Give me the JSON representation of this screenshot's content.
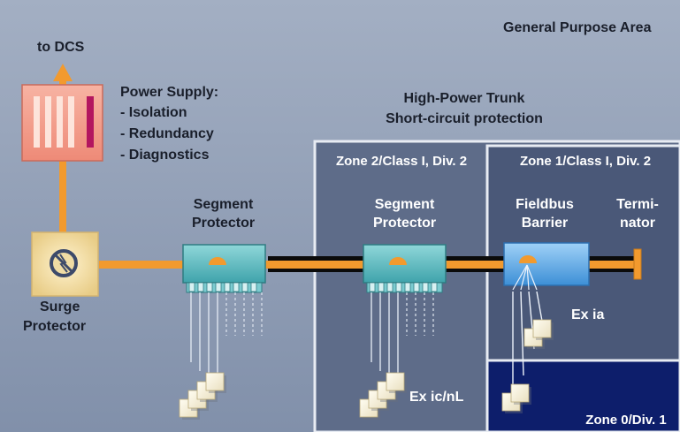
{
  "general_area_label": "General Purpose Area",
  "to_dcs_label": "to DCS",
  "power_supply": {
    "title": "Power Supply:",
    "features": [
      "- Isolation",
      "- Redundancy",
      "- Diagnostics"
    ]
  },
  "trunk": {
    "line1": "High-Power Trunk",
    "line2": "Short-circuit protection"
  },
  "surge_protector": {
    "line1": "Surge",
    "line2": "Protector"
  },
  "segment_protector_gp": {
    "line1": "Segment",
    "line2": "Protector"
  },
  "zone2": {
    "title": "Zone 2/Class I, Div. 2",
    "device_line1": "Segment",
    "device_line2": "Protector",
    "protection_label": "Ex ic/nL"
  },
  "zone1": {
    "title": "Zone 1/Class I, Div. 2",
    "barrier_line1": "Fieldbus",
    "barrier_line2": "Barrier",
    "terminator_line1": "Termi-",
    "terminator_line2": "nator",
    "protection_label": "Ex ia"
  },
  "zone0": {
    "title": "Zone 0/Div. 1"
  },
  "colors": {
    "background": "#8d9bb3",
    "zone2": "#5e6c89",
    "zone1": "#4a5878",
    "zone0": "#0d1e6b",
    "trunk": "#f29a2e",
    "device_teal": "#5cbcc2",
    "barrier_blue": "#5aa8e6",
    "power_supply": "#f39886"
  }
}
